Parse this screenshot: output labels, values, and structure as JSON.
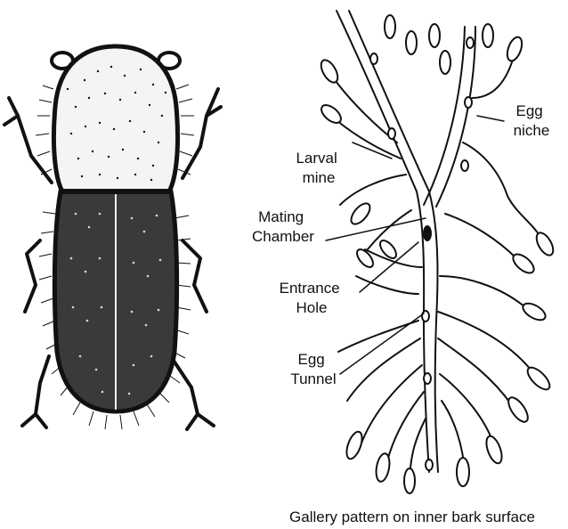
{
  "figure": {
    "beetle_icon": "bark-beetle-illustration",
    "gallery_icon": "bark-beetle-gallery-illustration",
    "ink_color": "#111111",
    "background_color": "#ffffff"
  },
  "labels": {
    "larval_mine": [
      "Larval",
      "mine"
    ],
    "mating_chamber": [
      "Mating",
      "Chamber"
    ],
    "entrance_hole": [
      "Entrance",
      "Hole"
    ],
    "egg_tunnel": [
      "Egg",
      "Tunnel"
    ],
    "egg_niche": [
      "Egg",
      "niche"
    ]
  },
  "caption": "Gallery pattern on inner bark surface"
}
